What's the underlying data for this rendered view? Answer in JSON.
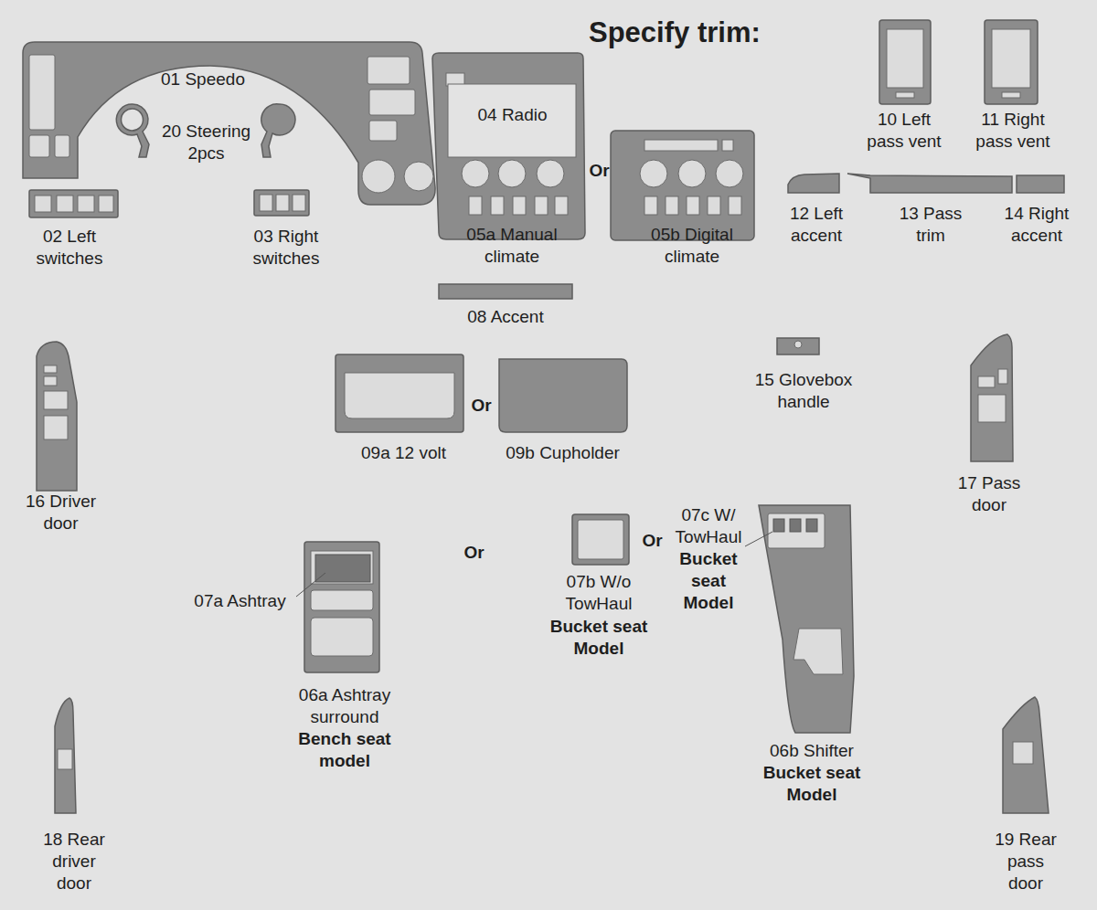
{
  "diagram": {
    "title": "Specify trim:",
    "labels": [
      "01 Speedo",
      "20 Steering 2pcs",
      "02 Left switches",
      "03 Right switches",
      "04 Radio",
      "Or",
      "05a Manual climate",
      "05b Digital climate",
      "10 Left pass vent",
      "11 Right pass vent",
      "12 Left accent",
      "13 Pass trim",
      "14 Right accent",
      "08 Accent",
      "09a 12 volt",
      "Or",
      "09b Cupholder",
      "15 Glovebox handle",
      "16 Driver door",
      "17 Pass door",
      "07a Ashtray",
      "06a Ashtray surround",
      "Bench seat model",
      "Or",
      "07b W/o TowHaul",
      "Bucket seat Model",
      "Or",
      "07c W/ TowHaul",
      "Bucket seat Model",
      "06b Shifter",
      "Bucket seat Model",
      "18 Rear driver door",
      "19 Rear pass door"
    ]
  }
}
